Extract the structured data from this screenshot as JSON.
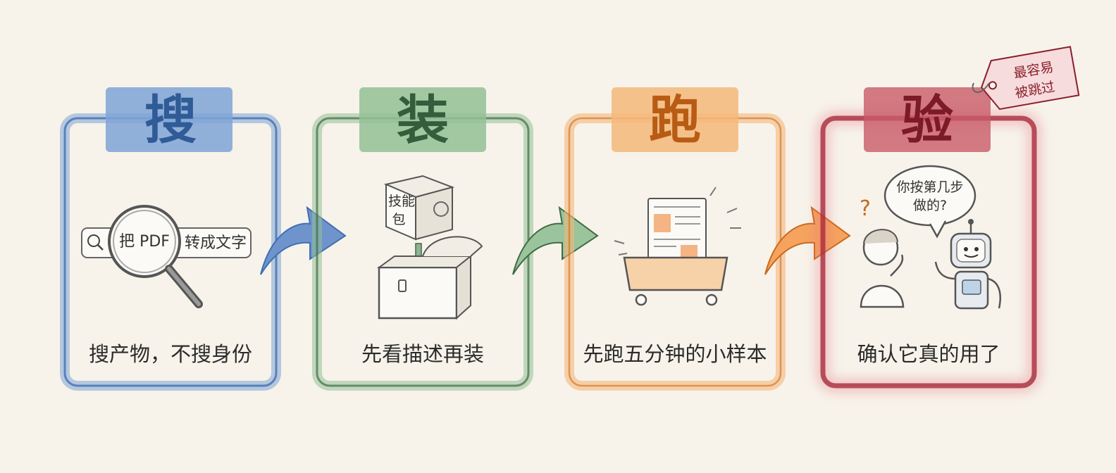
{
  "steps": [
    {
      "heading": "搜",
      "caption": "搜产物，不搜身份",
      "color": "#3f6fb0",
      "wash": "#7fa3d6"
    },
    {
      "heading": "装",
      "caption": "先看描述再装",
      "color": "#3f6b46",
      "wash": "#93bf95"
    },
    {
      "heading": "跑",
      "caption": "先跑五分钟的小样本",
      "color": "#c96a1c",
      "wash": "#f5b77a"
    },
    {
      "heading": "验",
      "caption": "确认它真的用了",
      "color": "#8a1f2b",
      "wash": "#c85a66"
    }
  ],
  "search_bar": {
    "query_left": "把 PDF",
    "query_right": "转成文字"
  },
  "skill_box_label": [
    "技能",
    "包"
  ],
  "speech_bubble": [
    "你按第几步",
    "做的?"
  ],
  "question_mark": "?",
  "tag": [
    "最容易",
    "被跳过"
  ]
}
